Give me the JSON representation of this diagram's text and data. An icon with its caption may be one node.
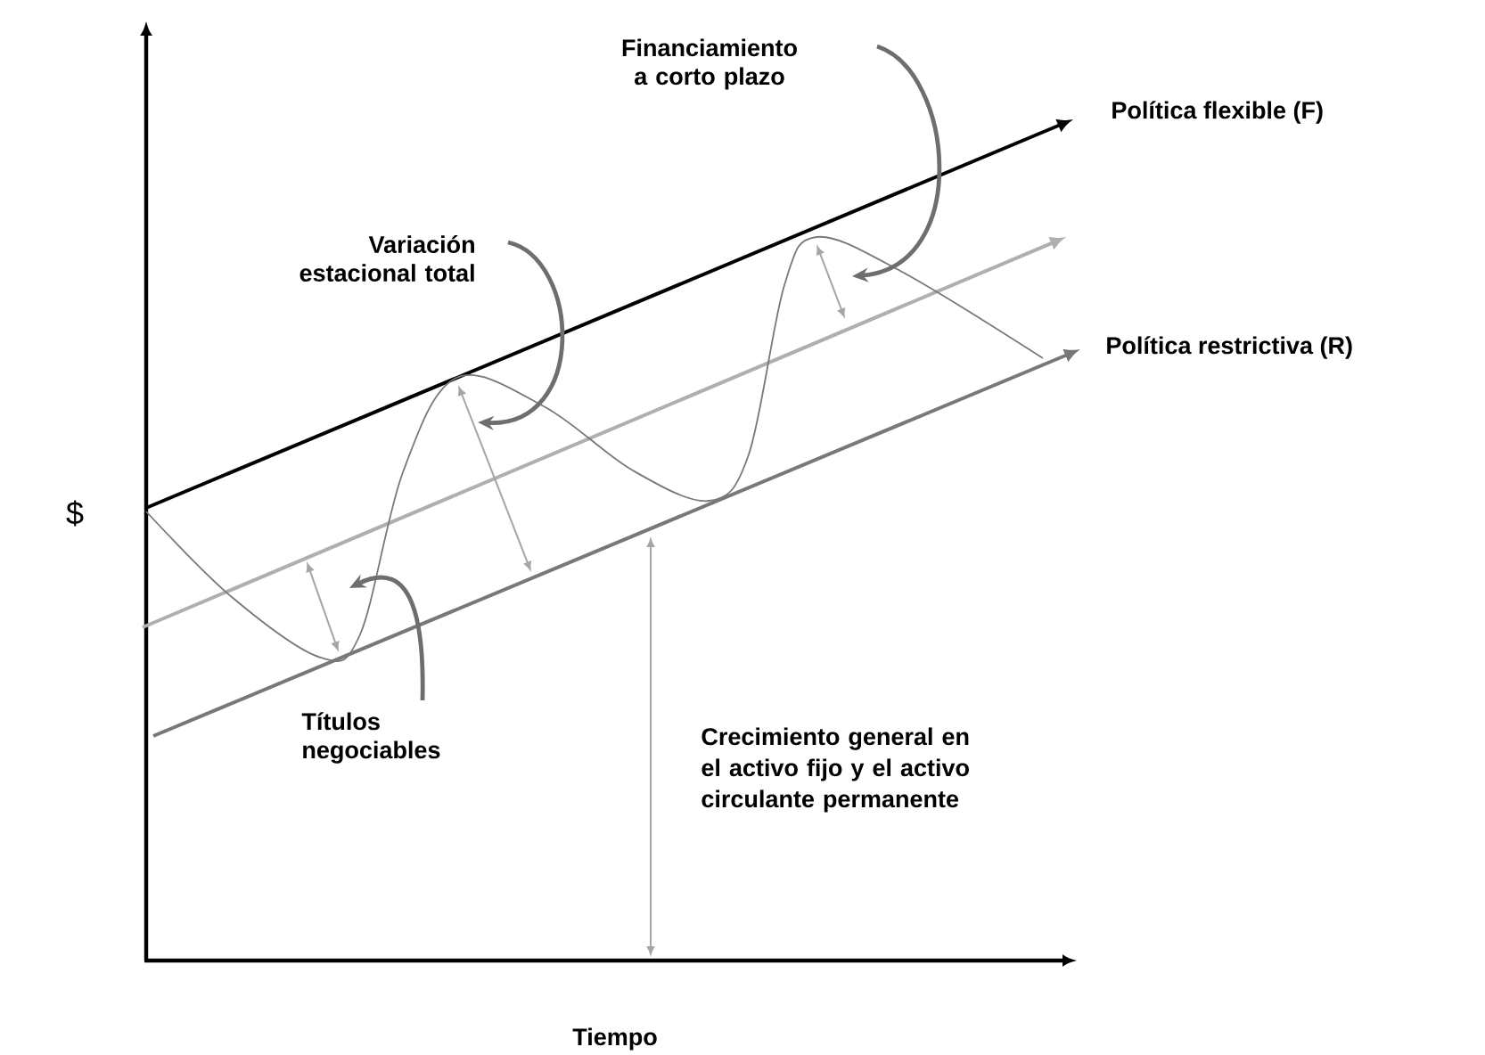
{
  "diagram": {
    "nodes": [
      {
        "text": [
          "Financiamiento a corto plazo"
        ]
      },
      {
        "text": [
          "Variación estacional total"
        ]
      },
      {
        "text": [
          "Títulos negociables"
        ]
      }
    ],
    "edges": [
      {
        "from": 0,
        "to": null,
        "arrow": "to"
      },
      {
        "from": 1,
        "to": null,
        "arrow": "to"
      },
      {
        "from": 2,
        "to": null,
        "arrow": "to"
      }
    ],
    "labels": [
      "Política flexible (F)",
      "Política restrictiva (R)",
      "$",
      "Crecimiento general en el activo fijo y el activo circulante permanente",
      "Tiempo"
    ]
  }
}
